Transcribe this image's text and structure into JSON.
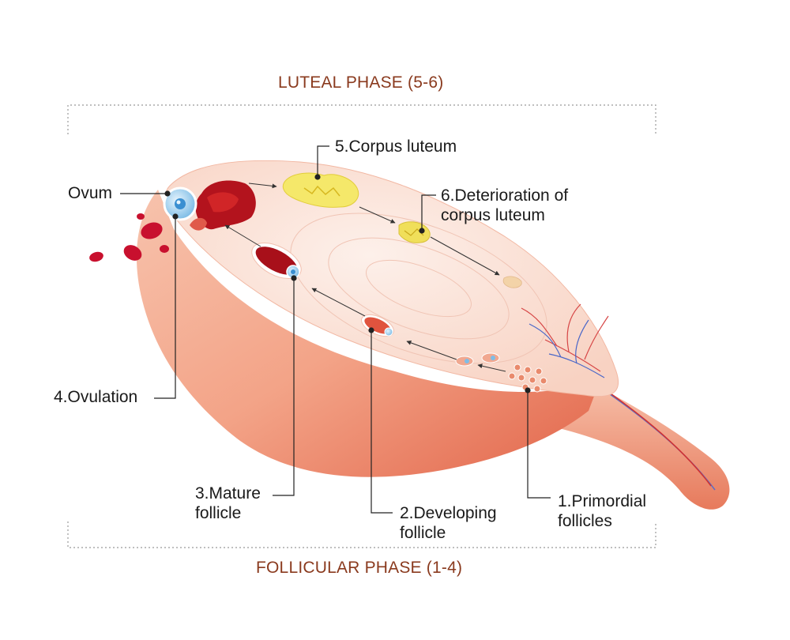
{
  "phases": {
    "luteal": "LUTEAL PHASE (5-6)",
    "follicular": "FOLLICULAR PHASE (1-4)"
  },
  "labels": {
    "ovum": "Ovum",
    "corpus_luteum": "5.Corpus luteum",
    "deterioration": [
      "6.Deterioration of",
      "corpus luteum"
    ],
    "ovulation": "4.Ovulation",
    "mature_follicle": [
      "3.Mature",
      "follicle"
    ],
    "developing_follicle": [
      "2.Developing",
      "follicle"
    ],
    "primordial_follicles": [
      "1.Primordial",
      "follicles"
    ]
  },
  "colors": {
    "tissue_light": "#fbe2d8",
    "tissue_mid": "#f4a98c",
    "tissue_dark": "#e0654a",
    "blood_red": "#c8102e",
    "ovum_blue": "#a8d4f0",
    "corpus_yellow": "#f5e86a",
    "phase_text": "#8a3a1e"
  }
}
